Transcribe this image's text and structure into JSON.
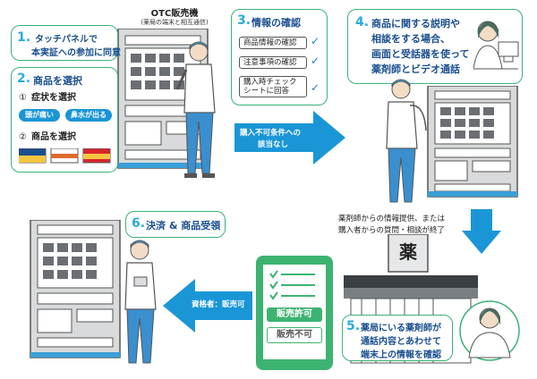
{
  "machine": {
    "title": "OTC販売機",
    "subtitle": "(薬局の端末と相互通信)"
  },
  "step1": {
    "num": "1.",
    "text_line1": "タッチパネルで",
    "text_line2": "本実証への参加に同意"
  },
  "step2": {
    "num": "2.",
    "title": "商品を選択",
    "sub1_num": "①",
    "sub1_label": "症状を選択",
    "symptom1": "頭が痛い",
    "symptom2": "鼻水が出る",
    "sub2_num": "②",
    "sub2_label": "商品を選択"
  },
  "step3": {
    "num": "3.",
    "title": "情報の確認",
    "item1": "商品情報の確認",
    "item2": "注意事項の確認",
    "item3_line1": "購入時チェック",
    "item3_line2": "シートに回答"
  },
  "step4": {
    "num": "4.",
    "line1": "商品に関する説明や",
    "line2": "相談をする場合、",
    "line3": "画面と受話器を使って",
    "line4": "薬剤師とビデオ通話"
  },
  "step5": {
    "num": "5.",
    "line1": "薬局にいる薬剤師が",
    "line2": "通話内容とあわせて",
    "line3": "端末上の情報を確認"
  },
  "step6": {
    "num": "6.",
    "title": "決済 & 商品受領"
  },
  "arrows": {
    "right_line1": "購入不可条件への",
    "right_line2": "該当なし",
    "down_line1": "薬剤師からの情報提供、または",
    "down_line2": "購入者からの質問・相談が終了",
    "left_label": "資格者：販売可"
  },
  "pharmacy_sign": "薬",
  "tablet": {
    "ok": "販売許可",
    "ng": "販売不可"
  },
  "colors": {
    "accent_blue": "#1a96d6",
    "title_navy": "#1a4f8f",
    "number_cyan": "#2aa9e0",
    "bubble_green_border": "#3bb27a",
    "tablet_green": "#3cb371"
  },
  "icons": [
    "checkmark-icon",
    "person-icon",
    "pharmacist-icon",
    "vending-machine-icon",
    "tablet-icon",
    "pharmacy-counter-icon"
  ]
}
